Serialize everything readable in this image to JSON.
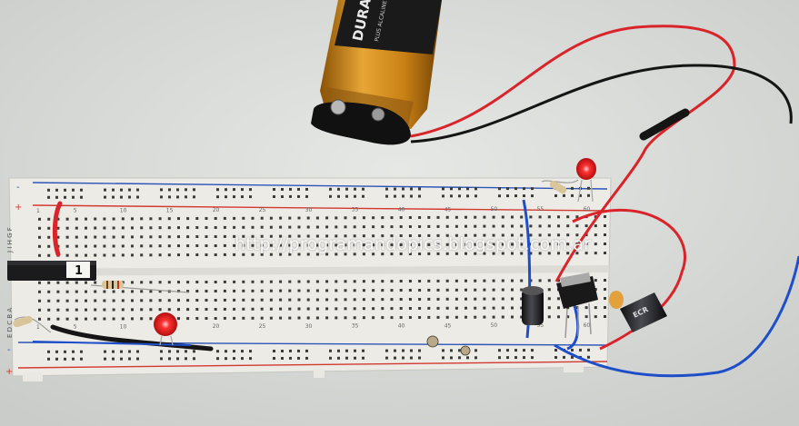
{
  "watermark": "http://programandopics.blogspot.com.ar",
  "battery": {
    "brand": "DURACELL",
    "sub": "PLUS ALCALINE"
  },
  "breadboard": {
    "column_numbers": [
      "1",
      "5",
      "10",
      "15",
      "20",
      "25",
      "30",
      "35",
      "40",
      "45",
      "50",
      "55",
      "60"
    ],
    "top_row_letters": "J I H G F",
    "bottom_row_letters": "E D C B A",
    "rail_plus": "+",
    "rail_minus": "-"
  },
  "chip_label": "1",
  "capacitor_label": "ECR",
  "colors": {
    "breadboard": "#ecebe6",
    "hole": "#3a3a38",
    "rail_red": "#d23a30",
    "rail_blue": "#2c55b8",
    "wire_red": "#d8242a",
    "wire_black": "#151515",
    "wire_blue": "#1f4fc8",
    "led_red": "#ff2a2a",
    "battery_gold": "#d38a1c"
  }
}
